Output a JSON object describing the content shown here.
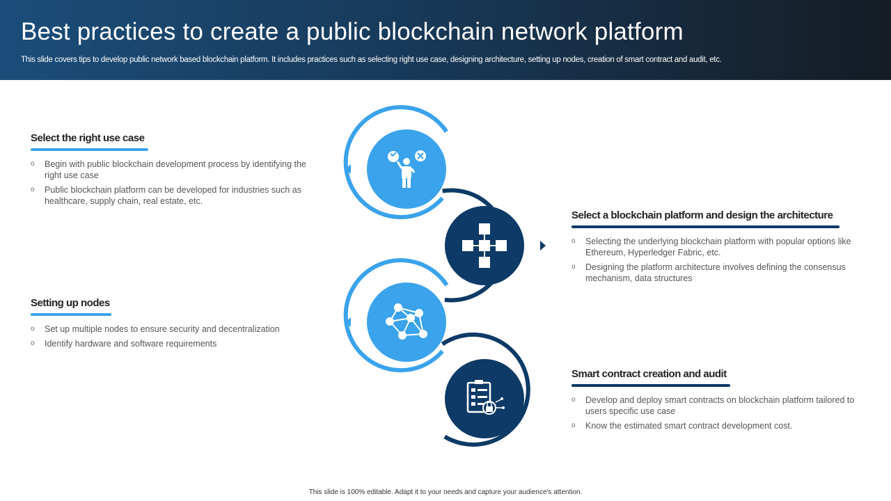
{
  "header": {
    "title": "Best practices to create a public blockchain network platform",
    "subtitle": "This slide covers tips to develop public network based blockchain platform. It includes practices such as selecting right use case, designing architecture, setting up nodes, creation of smart contract and audit, etc."
  },
  "practices": [
    {
      "title": "Select the right use case",
      "bullets": [
        "Begin with public blockchain development  process by identifying the right use case",
        "Public blockchain platform can be developed  for industries such as healthcare, supply chain, real estate, etc."
      ],
      "icon": "person-decision-icon"
    },
    {
      "title": "Select a blockchain platform and design the architecture",
      "bullets": [
        "Selecting the underlying blockchain platform with popular options like Ethereum, Hyperledger Fabric, etc.",
        "Designing the platform architecture involves  defining the consensus mechanism, data structures"
      ],
      "icon": "blockchain-cubes-icon"
    },
    {
      "title": "Setting up nodes",
      "bullets": [
        "Set up multiple nodes to ensure security and decentralization",
        "Identify hardware  and  software  requirements"
      ],
      "icon": "network-nodes-icon"
    },
    {
      "title": "Smart contract creation and audit",
      "bullets": [
        "Develop  and deploy smart contracts on blockchain platform tailored to users specific use case",
        "Know the estimated smart contract development  cost."
      ],
      "icon": "smart-contract-lock-icon"
    }
  ],
  "bullet_glyph": "o",
  "colors": {
    "light_blue": "#3aa3ec",
    "dark_blue": "#0d3a66",
    "header_start": "#1b4d7a",
    "header_end": "#151c24"
  },
  "footer": "This slide is 100% editable.  Adapt it to your needs and capture your audience's attention."
}
